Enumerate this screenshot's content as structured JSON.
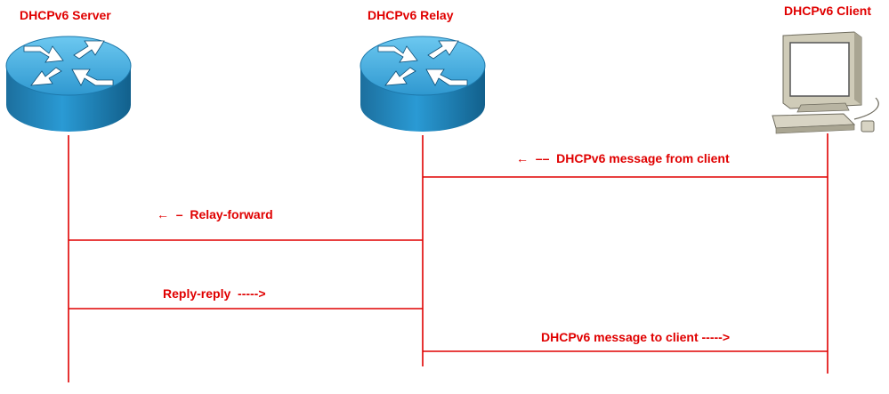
{
  "nodes": {
    "server": {
      "label": "DHCPv6 Server"
    },
    "relay": {
      "label": "DHCPv6 Relay"
    },
    "client": {
      "label": "DHCPv6 Client"
    }
  },
  "messages": [
    {
      "text": "←  ––  DHCPv6 message from client"
    },
    {
      "text": "←  –  Relay-forward"
    },
    {
      "text": "Reply-reply  ----->"
    },
    {
      "text": "DHCPv6 message to client ----->"
    }
  ],
  "colors": {
    "line": "#e00000",
    "router_top": "#4ab4e8",
    "router_side": "#1a7fb8",
    "router_arrows": "#ffffff",
    "pc_body": "#d8d4c4"
  }
}
